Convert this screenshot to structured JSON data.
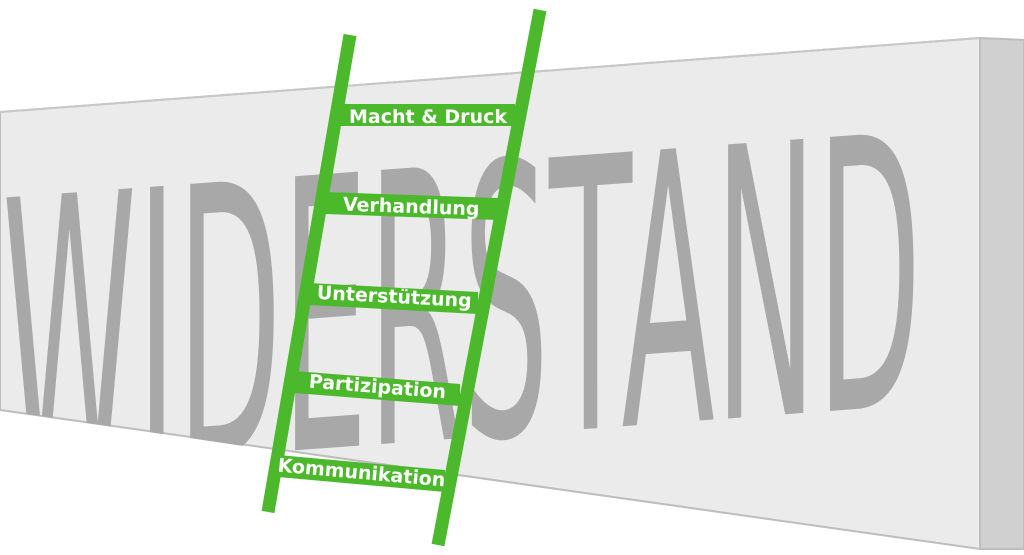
{
  "wall": {
    "word": "WIDERSTAND",
    "face_color": "#ebebeb",
    "side_color": "#d0d0d0",
    "letter_color": "#a8a8a8",
    "edge_color": "#bdbdbd"
  },
  "ladder": {
    "color": "#4cb82c",
    "text_color": "#ffffff",
    "rungs": [
      {
        "label": "Macht & Druck"
      },
      {
        "label": "Verhandlung"
      },
      {
        "label": "Unterstützung"
      },
      {
        "label": "Partizipation"
      },
      {
        "label": "Kommunikation"
      }
    ]
  }
}
